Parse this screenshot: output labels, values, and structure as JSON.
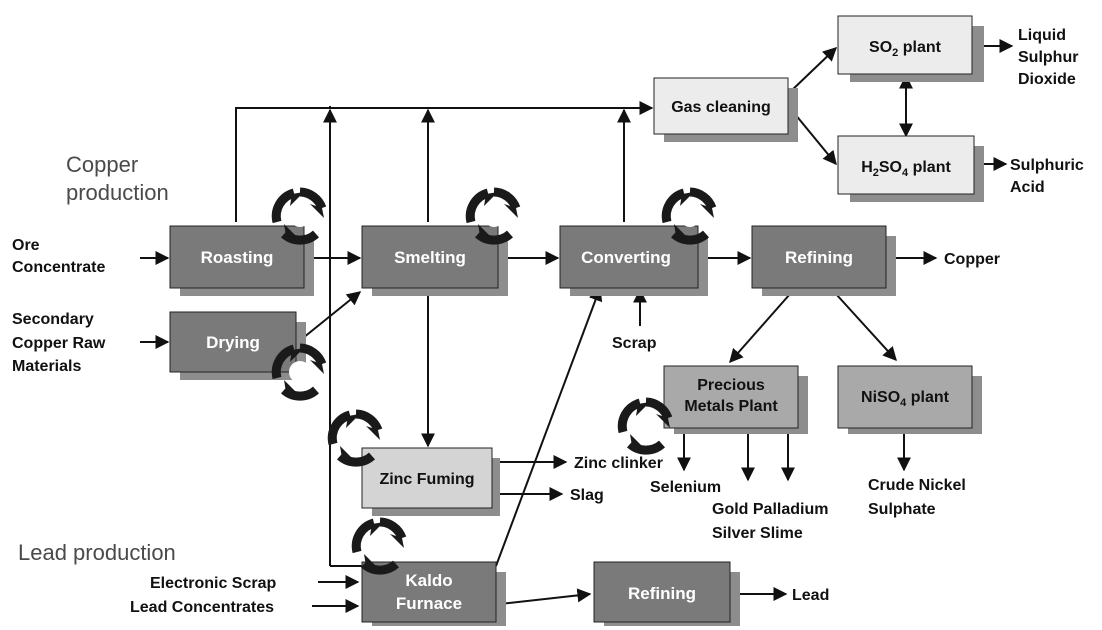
{
  "sections": {
    "copper_line1": "Copper",
    "copper_line2": "production",
    "lead": "Lead production"
  },
  "boxes": {
    "roasting": "Roasting",
    "drying": "Drying",
    "smelting": "Smelting",
    "converting": "Converting",
    "refining_cu": "Refining",
    "zinc_fuming": "Zinc Fuming",
    "kaldo_line1": "Kaldo",
    "kaldo_line2": "Furnace",
    "refining_pb": "Refining",
    "gas_cleaning": "Gas cleaning",
    "so2_plant_pre": "SO",
    "so2_plant_sub": "2",
    "so2_plant_post": " plant",
    "h2so4_h": "H",
    "h2so4_sub1": "2",
    "h2so4_so": "SO",
    "h2so4_sub2": "4",
    "h2so4_post": " plant",
    "precious_line1": "Precious",
    "precious_line2": "Metals Plant",
    "niso4_pre": "NiSO",
    "niso4_sub": "4",
    "niso4_post": " plant"
  },
  "inputs": {
    "ore": "Ore",
    "concentrate": "Concentrate",
    "secondary_line1": "Secondary",
    "secondary_line2": "Copper Raw",
    "secondary_line3": "Materials",
    "scrap": "Scrap",
    "electronic_scrap": "Electronic Scrap",
    "lead_concentrates": "Lead Concentrates"
  },
  "outputs": {
    "liquid_line1": "Liquid",
    "liquid_line2": "Sulphur",
    "liquid_line3": "Dioxide",
    "sulphuric_line1": "Sulphuric",
    "sulphuric_line2": "Acid",
    "copper": "Copper",
    "zinc_clinker": "Zinc clinker",
    "slag": "Slag",
    "selenium": "Selenium",
    "gold_line1": "Gold Palladium",
    "gold_line2": "Silver Slime",
    "crude_line1": "Crude Nickel",
    "crude_line2": "Sulphate",
    "lead": "Lead"
  },
  "colors": {
    "dark_box": "#7a7a7a",
    "mid_box": "#a9a9a9",
    "light_box": "#ececec",
    "shadow": "#8d8d8d",
    "line": "#111111"
  }
}
